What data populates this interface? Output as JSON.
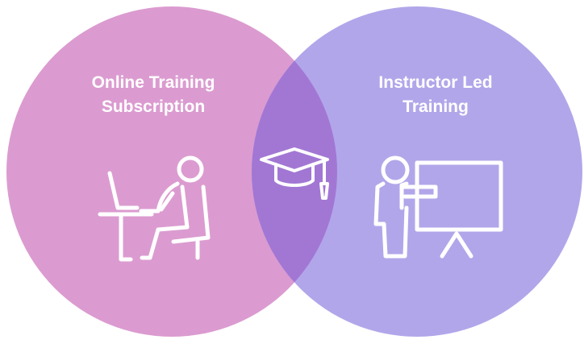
{
  "diagram": {
    "left_circle": {
      "title_line1": "Online Training",
      "title_line2": "Subscription",
      "icon": "person-at-desk-with-laptop-icon",
      "color": "#db9bd0"
    },
    "right_circle": {
      "title_line1": "Instructor Led",
      "title_line2": "Training",
      "icon": "presenter-at-whiteboard-icon",
      "color": "#b2a6ea"
    },
    "overlap": {
      "icon": "graduation-cap-icon",
      "color": "#a277d4"
    }
  }
}
